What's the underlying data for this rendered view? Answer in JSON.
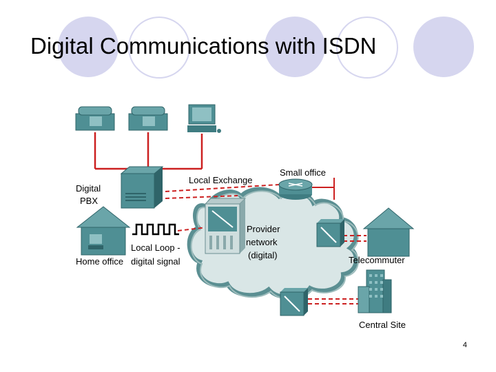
{
  "slide": {
    "title": "Digital Communications with ISDN",
    "page_number": "4"
  },
  "diagram": {
    "labels": {
      "digital_pbx_line1": "Digital",
      "digital_pbx_line2": "PBX",
      "local_exchange": "Local Exchange",
      "small_office": "Small office",
      "provider_line1": "Provider",
      "provider_line2": "network",
      "provider_line3": "(digital)",
      "local_loop": "Local Loop -",
      "digital_signal": "digital signal",
      "home_office": "Home office",
      "telecommuter": "Telecommuter",
      "central_site": "Central Site"
    },
    "colors": {
      "device_teal": "#4f8f94",
      "device_dark": "#2f6469",
      "cloud_fill": "#d9e6e6",
      "cloud_edge": "#5b8f92",
      "link_red": "#cc2020",
      "deco_light": "#d4d4ee"
    }
  }
}
